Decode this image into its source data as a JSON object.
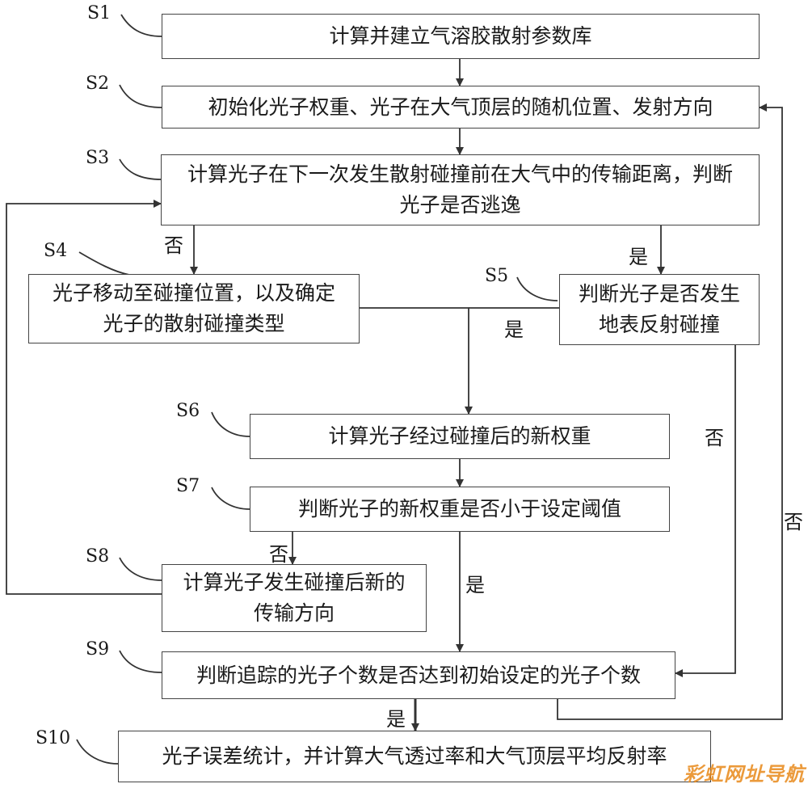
{
  "steps": {
    "s1": {
      "id": "S1",
      "text": "计算并建立气溶胶散射参数库"
    },
    "s2": {
      "id": "S2",
      "text": "初始化光子权重、光子在大气顶层的随机位置、发射方向"
    },
    "s3": {
      "id": "S3",
      "line1": "计算光子在下一次发生散射碰撞前在大气中的传输距离，判断",
      "line2": "光子是否逃逸"
    },
    "s4": {
      "id": "S4",
      "line1": "光子移动至碰撞位置，以及确定",
      "line2": "光子的散射碰撞类型"
    },
    "s5": {
      "id": "S5",
      "line1": "判断光子是否发生",
      "line2": "地表反射碰撞"
    },
    "s6": {
      "id": "S6",
      "text": "计算光子经过碰撞后的新权重"
    },
    "s7": {
      "id": "S7",
      "text": "判断光子的新权重是否小于设定阈值"
    },
    "s8": {
      "id": "S8",
      "line1": "计算光子发生碰撞后新的",
      "line2": "传输方向"
    },
    "s9": {
      "id": "S9",
      "text": "判断追踪的光子个数是否达到初始设定的光子个数"
    },
    "s10": {
      "id": "S10",
      "text": "光子误差统计，并计算大气透过率和大气顶层平均反射率"
    }
  },
  "edge_labels": {
    "s3_no": "否",
    "s3_yes": "是",
    "s5_yes": "是",
    "s5_no": "否",
    "s9_no": "否",
    "s7_no": "否",
    "s7_yes": "是",
    "s9_yes": "是"
  },
  "watermark": "彩虹网址导航"
}
